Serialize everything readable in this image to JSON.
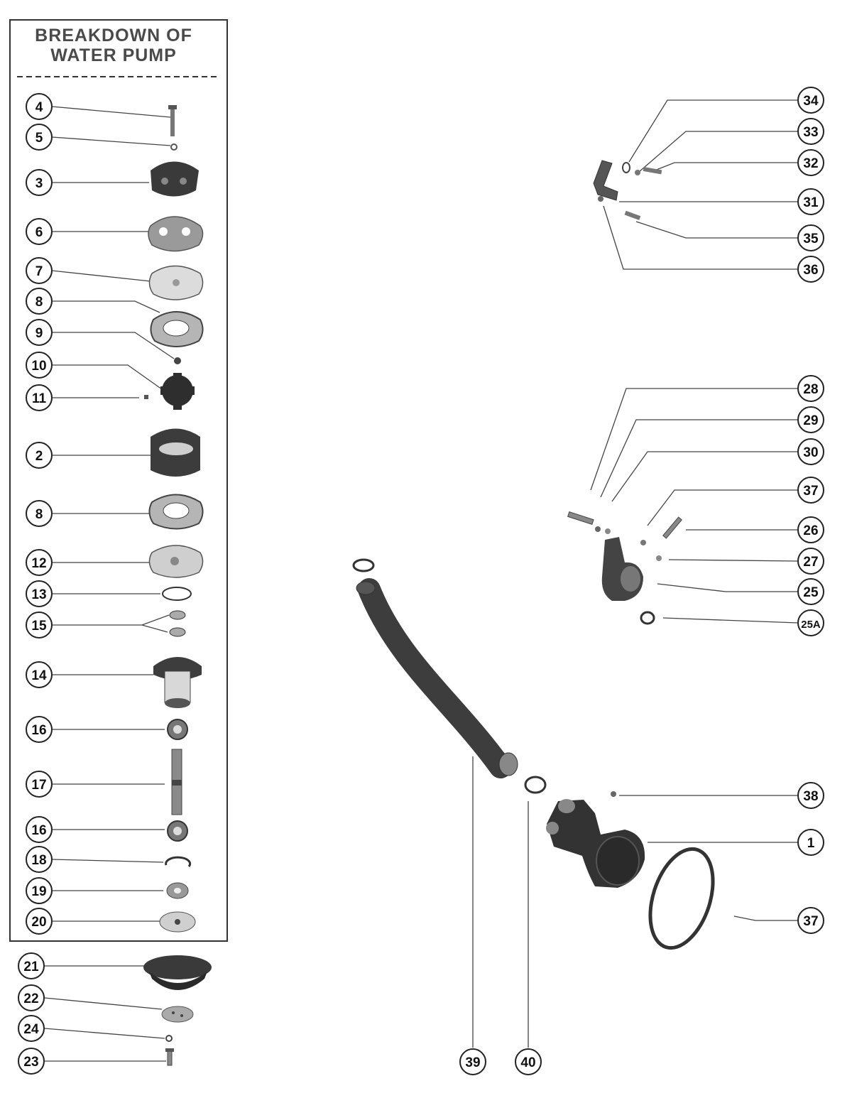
{
  "panel": {
    "title_line1": "BREAKDOWN OF",
    "title_line2": "WATER PUMP"
  },
  "callouts": [
    {
      "id": "c4",
      "label": "4"
    },
    {
      "id": "c5",
      "label": "5"
    },
    {
      "id": "c3",
      "label": "3"
    },
    {
      "id": "c6",
      "label": "6"
    },
    {
      "id": "c7",
      "label": "7"
    },
    {
      "id": "c8a",
      "label": "8"
    },
    {
      "id": "c9",
      "label": "9"
    },
    {
      "id": "c10",
      "label": "10"
    },
    {
      "id": "c11",
      "label": "11"
    },
    {
      "id": "c2",
      "label": "2"
    },
    {
      "id": "c8b",
      "label": "8"
    },
    {
      "id": "c12",
      "label": "12"
    },
    {
      "id": "c13",
      "label": "13"
    },
    {
      "id": "c15",
      "label": "15"
    },
    {
      "id": "c14",
      "label": "14"
    },
    {
      "id": "c16a",
      "label": "16"
    },
    {
      "id": "c17",
      "label": "17"
    },
    {
      "id": "c16b",
      "label": "16"
    },
    {
      "id": "c18",
      "label": "18"
    },
    {
      "id": "c19",
      "label": "19"
    },
    {
      "id": "c20",
      "label": "20"
    },
    {
      "id": "c21",
      "label": "21"
    },
    {
      "id": "c22",
      "label": "22"
    },
    {
      "id": "c24",
      "label": "24"
    },
    {
      "id": "c23",
      "label": "23"
    },
    {
      "id": "c34",
      "label": "34"
    },
    {
      "id": "c33",
      "label": "33"
    },
    {
      "id": "c32",
      "label": "32"
    },
    {
      "id": "c31",
      "label": "31"
    },
    {
      "id": "c35",
      "label": "35"
    },
    {
      "id": "c36",
      "label": "36"
    },
    {
      "id": "c28",
      "label": "28"
    },
    {
      "id": "c29",
      "label": "29"
    },
    {
      "id": "c30",
      "label": "30"
    },
    {
      "id": "c37a",
      "label": "37"
    },
    {
      "id": "c26",
      "label": "26"
    },
    {
      "id": "c27",
      "label": "27"
    },
    {
      "id": "c25",
      "label": "25"
    },
    {
      "id": "c25A",
      "label": "25A"
    },
    {
      "id": "c38",
      "label": "38"
    },
    {
      "id": "c1",
      "label": "1"
    },
    {
      "id": "c37b",
      "label": "37"
    },
    {
      "id": "c39",
      "label": "39"
    },
    {
      "id": "c40",
      "label": "40"
    }
  ]
}
